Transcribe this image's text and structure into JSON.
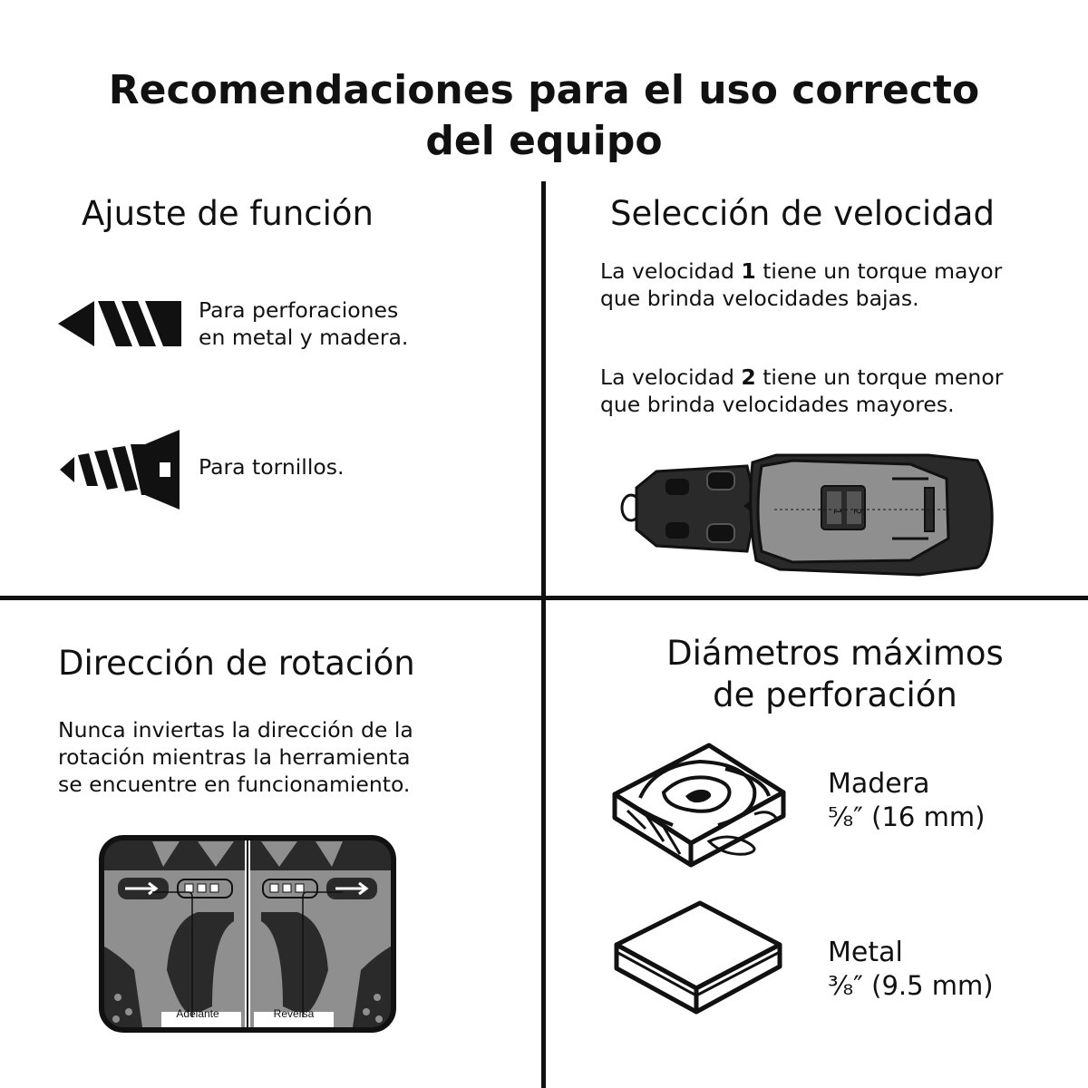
{
  "title": {
    "line1": "Recomendaciones para el uso correcto",
    "line2": "del equipo"
  },
  "function_section": {
    "heading": "Ajuste de función",
    "drill_mode": {
      "icon": "drill-bit-icon",
      "line1": "Para perforaciones",
      "line2": "en metal y madera."
    },
    "screw_mode": {
      "icon": "screw-bit-icon",
      "text": "Para tornillos."
    }
  },
  "speed_section": {
    "heading": "Selección de velocidad",
    "speed1": {
      "pre": "La velocidad ",
      "num": "1",
      "post": " tiene un torque mayor",
      "line2": "que brinda velocidades bajas."
    },
    "speed2": {
      "pre": "La velocidad ",
      "num": "2",
      "post": " tiene un torque menor",
      "line2": "que brinda velocidades mayores."
    },
    "switch_labels": [
      "1",
      "2"
    ]
  },
  "rotation_section": {
    "heading": "Dirección de rotación",
    "line1": "Nunca inviertas la dirección de la",
    "line2": "rotación mientras la herramienta",
    "line3": "se encuentre en funcionamiento.",
    "forward_label": "Adelante",
    "reverse_label": "Reversa"
  },
  "diameter_section": {
    "heading_line1": "Diámetros máximos",
    "heading_line2": "de perforación",
    "wood": {
      "label": "Madera",
      "value": "⁵⁄₈″ (16 mm)"
    },
    "metal": {
      "label": "Metal",
      "value": "³⁄₈″ (9.5 mm)"
    }
  },
  "colors": {
    "ink": "#111111",
    "tool_gray": "#8f8f8f",
    "tool_dark": "#2a2a2a"
  }
}
